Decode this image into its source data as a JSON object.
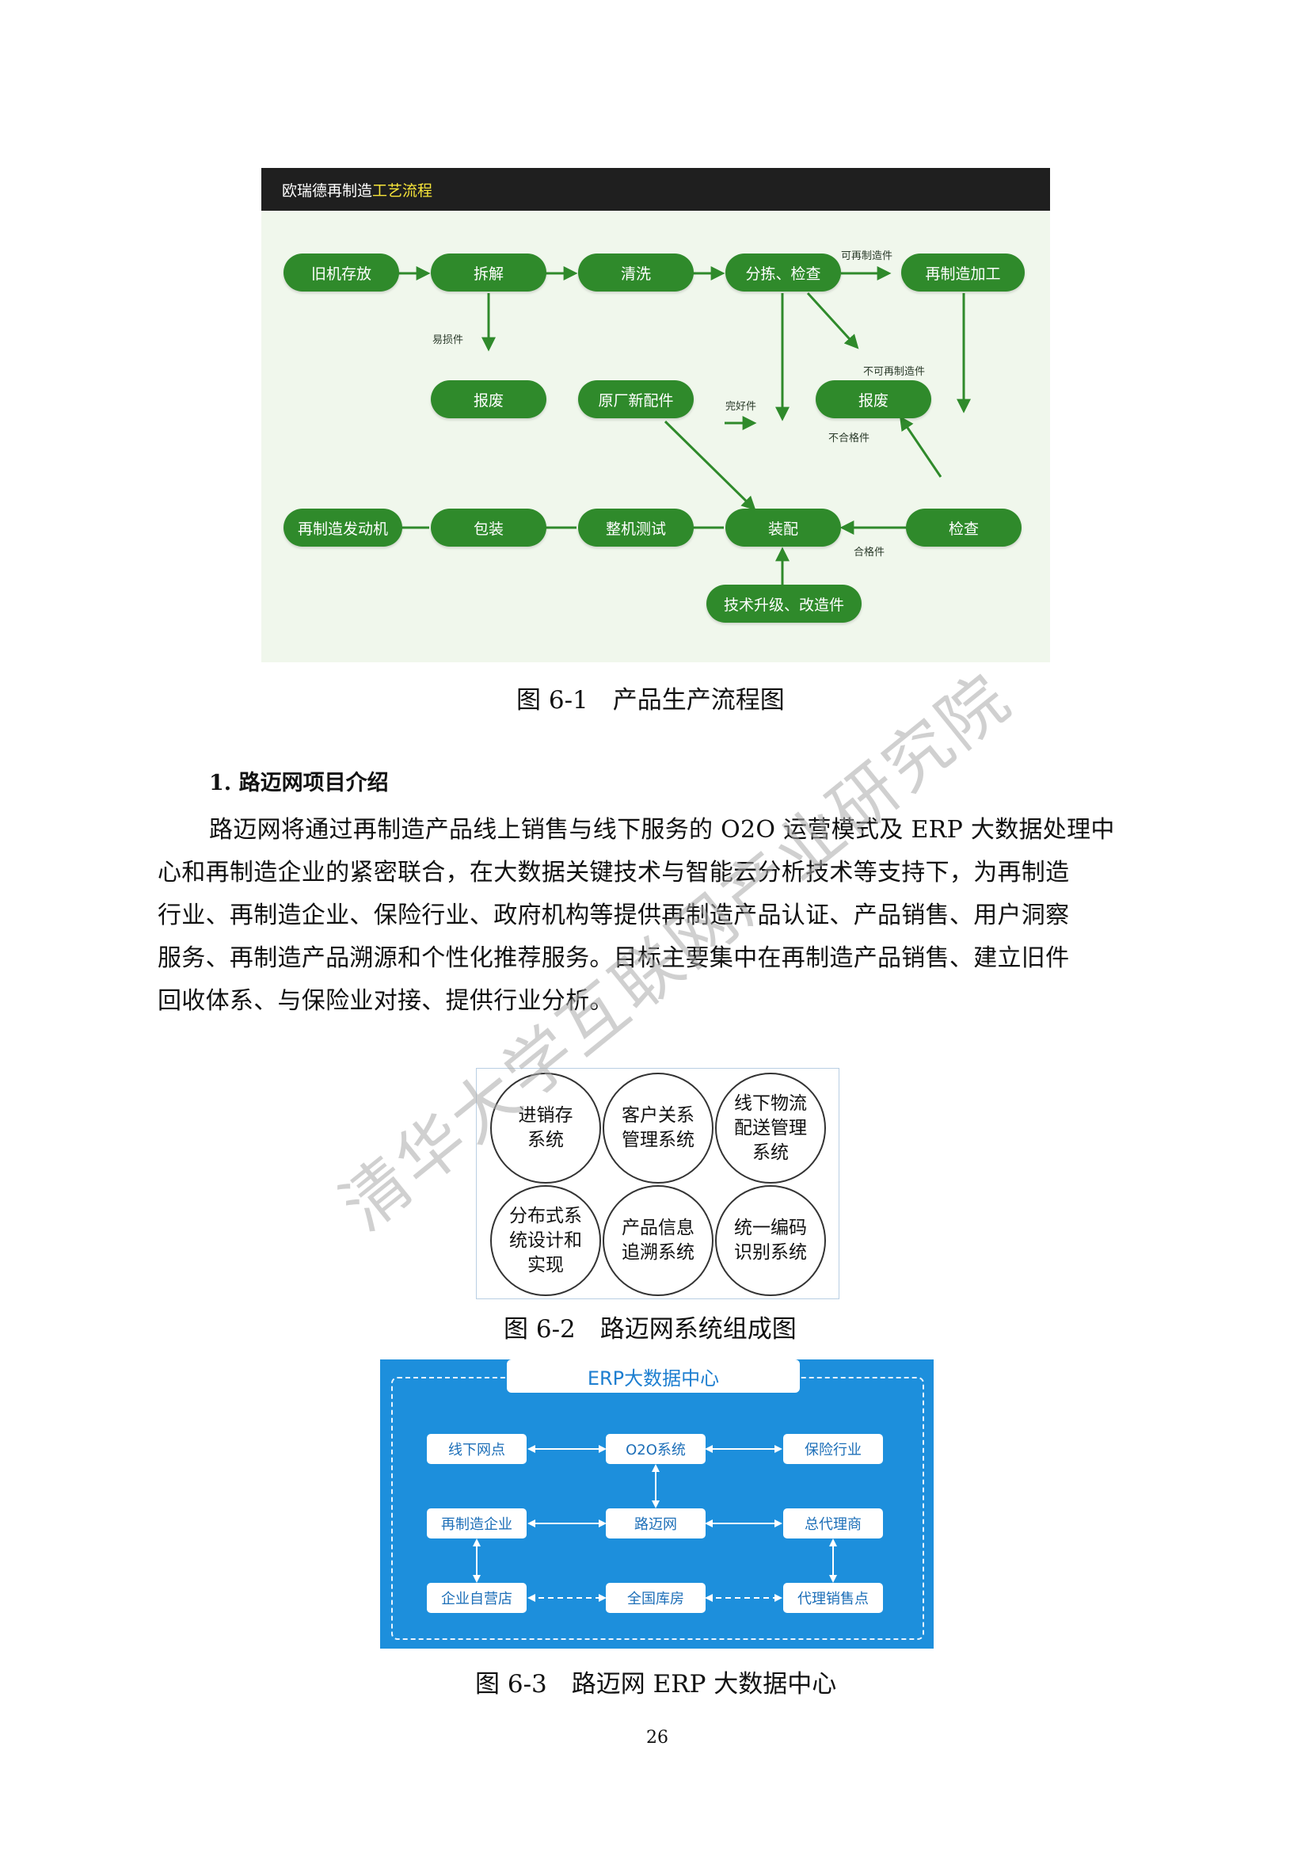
{
  "figure1": {
    "header": {
      "prefix": "欧瑞德再制造",
      "highlight": "工艺流程"
    },
    "nodes": {
      "n1": "旧机存放",
      "n2": "拆解",
      "n3": "清洗",
      "n4": "分拣、检查",
      "n5": "再制造加工",
      "n6": "报废",
      "n7": "原厂新配件",
      "n8": "报废",
      "n9": "再制造发动机",
      "n10": "包装",
      "n11": "整机测试",
      "n12": "装配",
      "n13": "检查",
      "n14": "技术升级、改造件"
    },
    "labels": {
      "remanufacturable": "可再制造件",
      "wear_parts": "易损件",
      "intact_parts": "完好件",
      "non_remanufacturable": "不可再制造件",
      "unqualified": "不合格件",
      "qualified": "合格件"
    },
    "caption": "图 6-1　产品生产流程图"
  },
  "section": {
    "heading": "1. 路迈网项目介绍",
    "lines": [
      "路迈网将通过再制造产品线上销售与线下服务的 O2O 运营模式及 ERP 大数据处理中",
      "心和再制造企业的紧密联合，在大数据关键技术与智能云分析技术等支持下，为再制造",
      "行业、再制造企业、保险行业、政府机构等提供再制造产品认证、产品销售、用户洞察",
      "服务、再制造产品溯源和个性化推荐服务。目标主要集中在再制造产品销售、建立旧件",
      "回收体系、与保险业对接、提供行业分析。"
    ]
  },
  "figure2": {
    "systems": [
      "进销存\n系统",
      "客户关系\n管理系统",
      "线下物流\n配送管理\n系统",
      "分布式系\n统设计和\n实现",
      "产品信息\n追溯系统",
      "统一编码\n识别系统"
    ],
    "caption": "图 6-2　路迈网系统组成图"
  },
  "figure3": {
    "title": "ERP大数据中心",
    "boxes": {
      "b1": "线下网点",
      "b2": "O2O系统",
      "b3": "保险行业",
      "b4": "再制造企业",
      "b5": "路迈网",
      "b6": "总代理商",
      "b7": "企业自营店",
      "b8": "全国库房",
      "b9": "代理销售点"
    },
    "caption": "图 6-3　路迈网 ERP 大数据中心"
  },
  "page_number": "26",
  "watermark": "清华大学互联网产业研究院",
  "colors": {
    "flow_green": "#2f8a2b",
    "erp_blue": "#1d8fdc"
  }
}
